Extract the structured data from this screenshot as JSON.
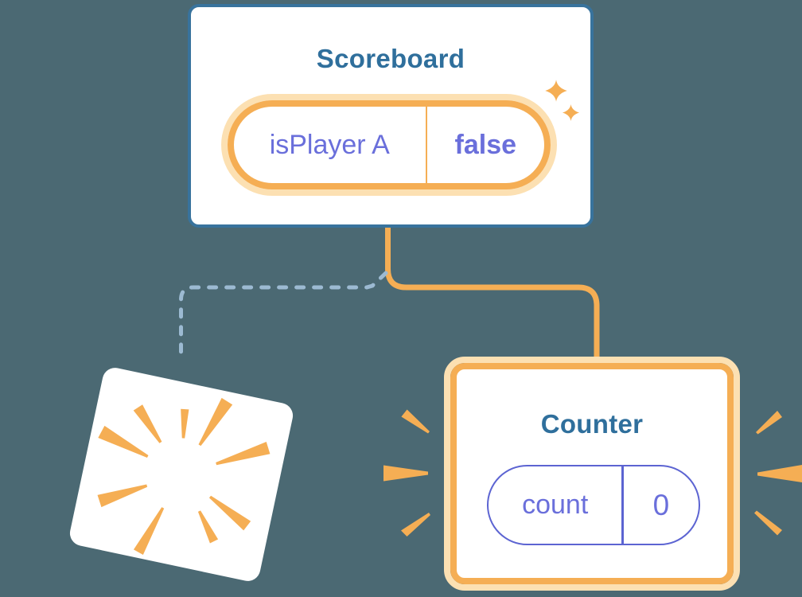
{
  "background": "#4b6973",
  "palette": {
    "background": "#4b6973",
    "card_white": "#ffffff",
    "blue_border": "#38739d",
    "title_blue": "#2f6f9c",
    "orange": "#f5ae54",
    "orange_light": "#fce0b2",
    "purple": "#6a6fdb",
    "purple_deep": "#5c64d2",
    "dashed_blue": "#9cbad2"
  },
  "scoreboard": {
    "title": "Scoreboard",
    "state": {
      "name": "isPlayer A",
      "value": "false"
    }
  },
  "counter": {
    "title": "Counter",
    "state": {
      "name": "count",
      "value": "0"
    }
  }
}
